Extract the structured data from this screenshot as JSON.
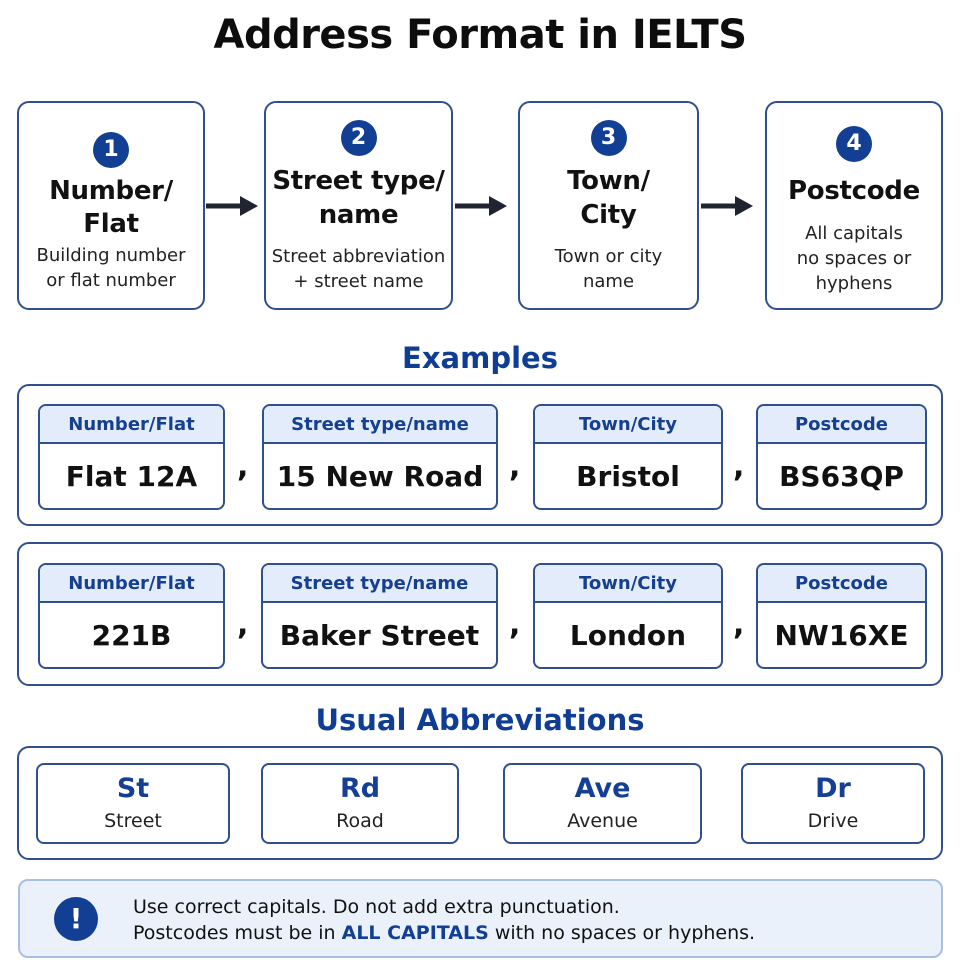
{
  "title": "Address Format in IELTS",
  "steps": [
    {
      "number": "1",
      "heading_line1": "Number/",
      "heading_line2": "Flat",
      "desc_line1": "Building number",
      "desc_line2": "or flat number",
      "desc_line3": ""
    },
    {
      "number": "2",
      "heading_line1": "Street type/",
      "heading_line2": "name",
      "desc_line1": "Street abbreviation",
      "desc_line2": "+ street name",
      "desc_line3": ""
    },
    {
      "number": "3",
      "heading_line1": "Town/",
      "heading_line2": "City",
      "desc_line1": "Town or city",
      "desc_line2": "name",
      "desc_line3": ""
    },
    {
      "number": "4",
      "heading_line1": "Postcode",
      "heading_line2": "",
      "desc_line1": "All capitals",
      "desc_line2": "no spaces or",
      "desc_line3": "hyphens"
    }
  ],
  "examples_title": "Examples",
  "separator": ",",
  "examples": [
    {
      "number_label": "Number/Flat",
      "number_value": "Flat 12A",
      "street_label": "Street type/name",
      "street_value": "15 New Road",
      "town_label": "Town/City",
      "town_value": "Bristol",
      "postcode_label": "Postcode",
      "postcode_value": "BS63QP"
    },
    {
      "number_label": "Number/Flat",
      "number_value": "221B",
      "street_label": "Street type/name",
      "street_value": "Baker Street",
      "town_label": "Town/City",
      "town_value": "London",
      "postcode_label": "Postcode",
      "postcode_value": "NW16XE"
    }
  ],
  "abbreviations_title": "Usual Abbreviations",
  "abbreviations": [
    {
      "short": "St",
      "long": "Street"
    },
    {
      "short": "Rd",
      "long": "Road"
    },
    {
      "short": "Ave",
      "long": "Avenue"
    },
    {
      "short": "Dr",
      "long": "Drive"
    }
  ],
  "note": {
    "icon": "!",
    "line1": "Use correct capitals. Do not add extra punctuation.",
    "line2_before": "Postcodes must be in ",
    "line2_highlight": "ALL CAPITALS",
    "line2_after": " with no spaces or hyphens."
  },
  "colors": {
    "accent": "#123f94",
    "border": "#2f4f8f",
    "header_fill": "#e3ecfa",
    "note_fill": "#eaf1fb"
  }
}
